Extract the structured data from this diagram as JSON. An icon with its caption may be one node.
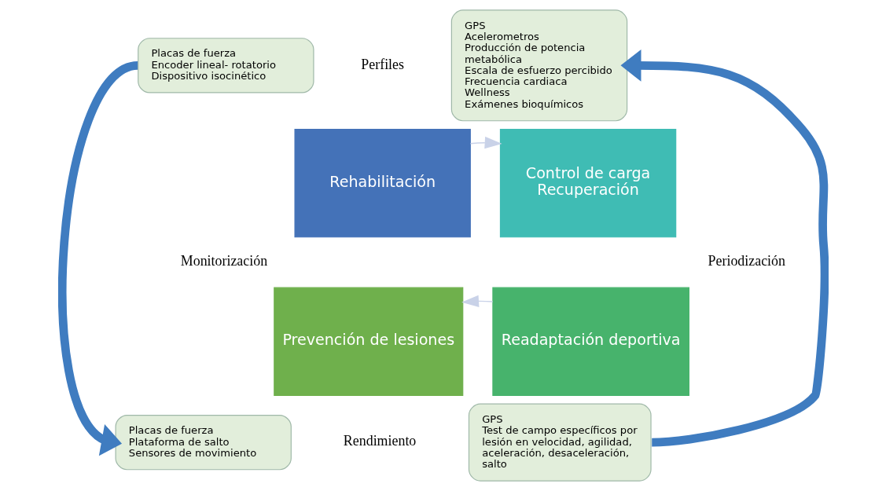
{
  "diagram": {
    "nodes": [
      {
        "text": [
          "Placas de fuerza",
          "Encoder lineal- rotatorio",
          "Dispositivo isocinético"
        ]
      },
      {
        "text": [
          "GPS",
          "Acelerometros",
          "Producción de potencia metabólica",
          "Escala de esfuerzo percibido",
          "Frecuencia cardiaca",
          "Wellness",
          "Exámenes bioquímicos"
        ]
      },
      {
        "text": [
          "Rehabilitación"
        ]
      },
      {
        "text": [
          "Control de carga",
          "Recuperación"
        ]
      },
      {
        "text": [
          "Prevención de lesiones"
        ]
      },
      {
        "text": [
          "Readaptación deportiva"
        ]
      },
      {
        "text": [
          "Placas de fuerza",
          "Plataforma de salto",
          "Sensores de movimiento"
        ]
      },
      {
        "text": [
          "GPS",
          "Test de campo específicos por lesión en velocidad, agilidad, aceleración, desaceleración, salto"
        ]
      }
    ],
    "edges": [
      {
        "from": 0,
        "to": 6,
        "arrow": "to",
        "style": "thick"
      },
      {
        "from": 7,
        "to": 1,
        "arrow": "to",
        "style": "thick"
      },
      {
        "from": 2,
        "to": 3,
        "arrow": "to",
        "color": "#c9d2e8"
      },
      {
        "from": 5,
        "to": 4,
        "arrow": "to",
        "color": "#c9d2e8"
      }
    ],
    "labels": [
      "Perfiles",
      "Monitorización",
      "Periodización",
      "Rendimiento"
    ]
  }
}
